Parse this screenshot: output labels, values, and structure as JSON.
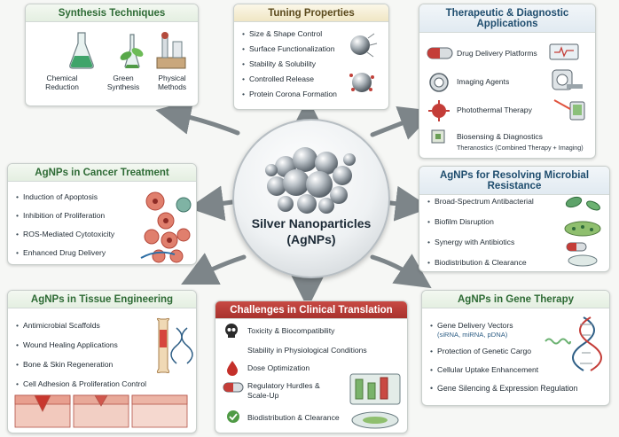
{
  "center": {
    "title": "Silver Nanoparticles",
    "subtitle": "(AgNPs)"
  },
  "synthesis": {
    "title": "Synthesis Techniques",
    "methods": [
      "Chemical Reduction",
      "Green Synthesis",
      "Physical Methods"
    ]
  },
  "tuning": {
    "title": "Tuning Properties",
    "items": [
      "Size & Shape Control",
      "Surface Functionalization",
      "Stability & Solubility",
      "Controlled Release",
      "Protein Corona Formation"
    ]
  },
  "therapeutic": {
    "title": "Therapeutic & Diagnostic Applications",
    "items": [
      "Drug Delivery Platforms",
      "Imaging Agents",
      "Photothermal Therapy",
      "Biosensing & Diagnostics"
    ],
    "subnote": "Theranostics (Combined Therapy + Imaging)"
  },
  "cancer": {
    "title": "AgNPs in Cancer Treatment",
    "items": [
      "Induction of Apoptosis",
      "Inhibition of Proliferation",
      "ROS-Mediated Cytotoxicity",
      "Enhanced Drug Delivery"
    ]
  },
  "microbial": {
    "title": "AgNPs for Resolving Microbial Resistance",
    "items": [
      "Broad-Spectrum Antibacterial",
      "Biofilm Disruption",
      "Synergy with Antibiotics",
      "Biodistribution & Clearance"
    ]
  },
  "tissue": {
    "title": "AgNPs in Tissue Engineering",
    "items": [
      "Antimicrobial Scaffolds",
      "Wound Healing Applications",
      "Bone & Skin Regeneration",
      "Cell Adhesion & Proliferation Control"
    ]
  },
  "challenges": {
    "title": "Challenges in Clinical Translation",
    "items": [
      "Toxicity & Biocompatibility",
      "Stability in Physiological Conditions",
      "Dose Optimization",
      "Regulatory Hurdles &",
      "Scale-Up",
      "Biodistribution & Clearance"
    ]
  },
  "gene": {
    "title": "AgNPs in Gene Therapy",
    "items": [
      "Gene Delivery Vectors",
      "Protection of Genetic Cargo",
      "Cellular Uptake Enhancement",
      "Gene Silencing & Expression Regulation"
    ],
    "subnote": "(siRNA, miRNA, pDNA)"
  }
}
